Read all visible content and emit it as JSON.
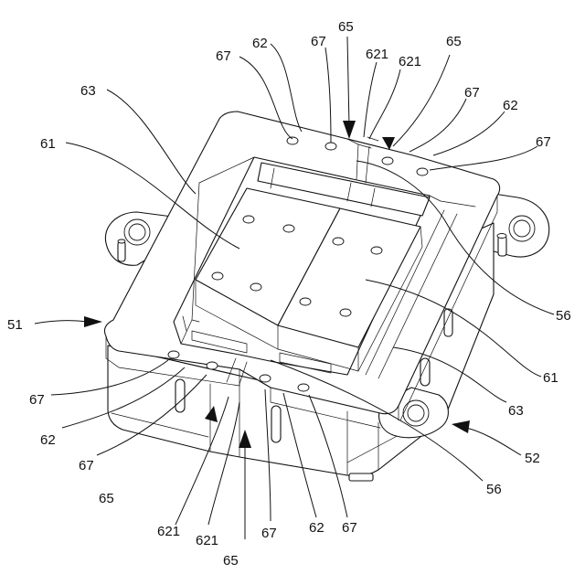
{
  "figure": {
    "labels": {
      "l63_top": "63",
      "l61_left": "61",
      "l51": "51",
      "l67_a": "67",
      "l62_a": "62",
      "l67_b": "67",
      "l65_top": "65",
      "l621_a": "621",
      "l621_b": "621",
      "l65_topright": "65",
      "l67_c": "67",
      "l62_b": "62",
      "l67_d": "67",
      "l56_right": "56",
      "l61_right": "61",
      "l63_right": "63",
      "l52": "52",
      "l67_bl": "67",
      "l62_bl": "62",
      "l67_bl2": "67",
      "l65_bl": "65",
      "l621_bl": "621",
      "l621_bl2": "621",
      "l65_bottom": "65",
      "l67_bb": "67",
      "l62_bb": "62",
      "l67_bb2": "67",
      "l56_bottom": "56"
    }
  }
}
